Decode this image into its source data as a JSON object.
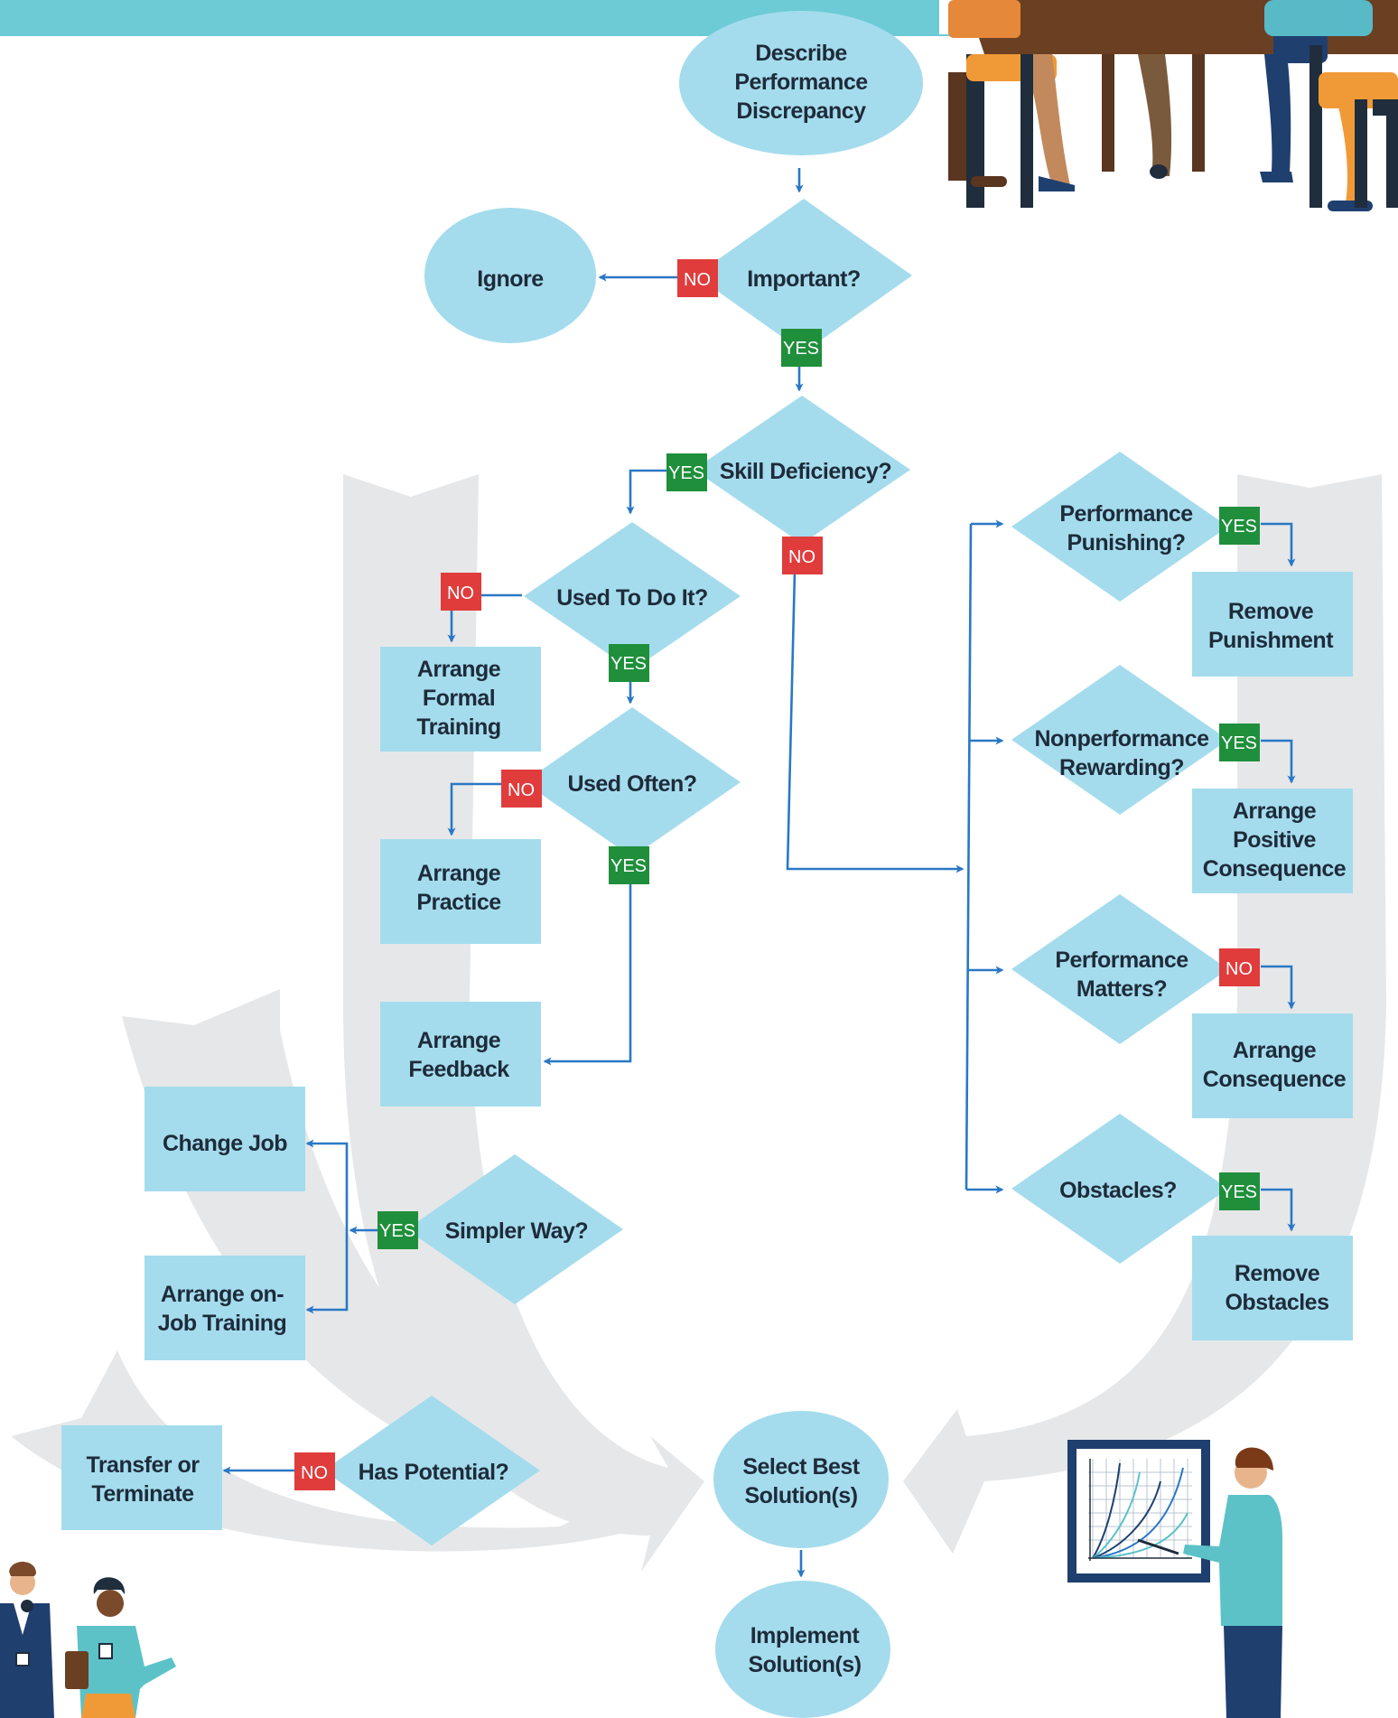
{
  "colors": {
    "node_fill": "#a4dced",
    "connector": "#2a78c5",
    "yes_badge": "#1f8f3b",
    "no_badge": "#e03c3c",
    "background_arrows": "#e6e7e9",
    "header_band": "#6dcbd6",
    "text": "#1e2b3a"
  },
  "labels": {
    "yes": "YES",
    "no": "NO"
  },
  "nodes": {
    "describe": [
      "Describe",
      "Performance",
      "Discrepancy"
    ],
    "important": [
      "Important?"
    ],
    "ignore": [
      "Ignore"
    ],
    "skill_deficiency": [
      "Skill Deficiency?"
    ],
    "used_to_do_it": [
      "Used To Do It?"
    ],
    "formal_training": [
      "Arrange",
      "Formal",
      "Training"
    ],
    "used_often": [
      "Used Often?"
    ],
    "arrange_practice": [
      "Arrange",
      "Practice"
    ],
    "arrange_feedback": [
      "Arrange",
      "Feedback"
    ],
    "performance_punishing": [
      "Performance",
      "Punishing?"
    ],
    "remove_punishment": [
      "Remove",
      "Punishment"
    ],
    "nonperformance_rewarding": [
      "Nonperformance",
      "Rewarding?"
    ],
    "positive_consequence": [
      "Arrange",
      "Positive",
      "Consequence"
    ],
    "performance_matters": [
      "Performance",
      "Matters?"
    ],
    "arrange_consequence": [
      "Arrange",
      "Consequence"
    ],
    "obstacles": [
      "Obstacles?"
    ],
    "remove_obstacles": [
      "Remove",
      "Obstacles"
    ],
    "change_job": [
      "Change Job"
    ],
    "simpler_way": [
      "Simpler Way?"
    ],
    "on_job_training": [
      "Arrange on-",
      "Job Training"
    ],
    "has_potential": [
      "Has Potential?"
    ],
    "transfer_terminate": [
      "Transfer or",
      "Terminate"
    ],
    "select_best": [
      "Select Best",
      "Solution(s)"
    ],
    "implement": [
      "Implement",
      "Solution(s)"
    ]
  },
  "illustrations": {
    "top_right": "meeting-table-illustration",
    "bottom_left": "two-presenters-illustration",
    "bottom_right": "presenter-with-chart-illustration"
  }
}
